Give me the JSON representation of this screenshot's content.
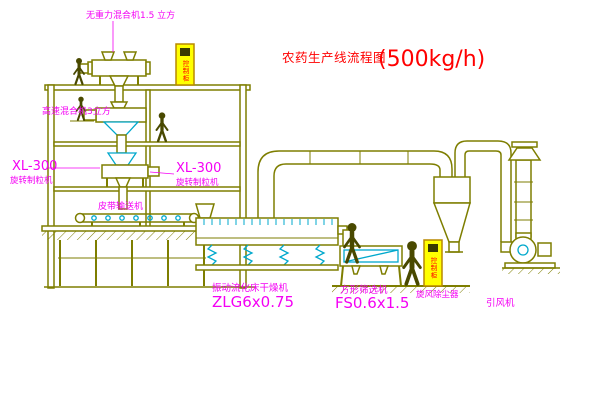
{
  "title": {
    "name": "农药生产线流程图",
    "capacity": "(500kg/h)"
  },
  "equipment_labels": {
    "gravity_mixer": "无重力混合机1.5 立方",
    "high_speed_mixer": "高速混合机3立方",
    "granulator_left": {
      "model": "XL-300",
      "name": "旋转制粒机"
    },
    "granulator_mid": {
      "model": "XL-300",
      "name": "旋转制粒机"
    },
    "belt_conveyor": "皮带输送机",
    "fluid_bed_dryer": {
      "name": "振动流化床干燥机",
      "model": "ZLG6x0.75"
    },
    "square_sieve": {
      "name": "方形筛选机",
      "model": "FS0.6x1.5"
    },
    "cyclone": "旋风除尘器",
    "fan": "引风机",
    "control_cabinet": "控制柜"
  },
  "colors": {
    "line_olive": "#7e7e00",
    "detail_cyan": "#00a8cc",
    "label_magenta": "#f400f4",
    "title_red": "#ff0000",
    "cabinet_yellow": "#ffff00",
    "background": "#ffffff"
  }
}
